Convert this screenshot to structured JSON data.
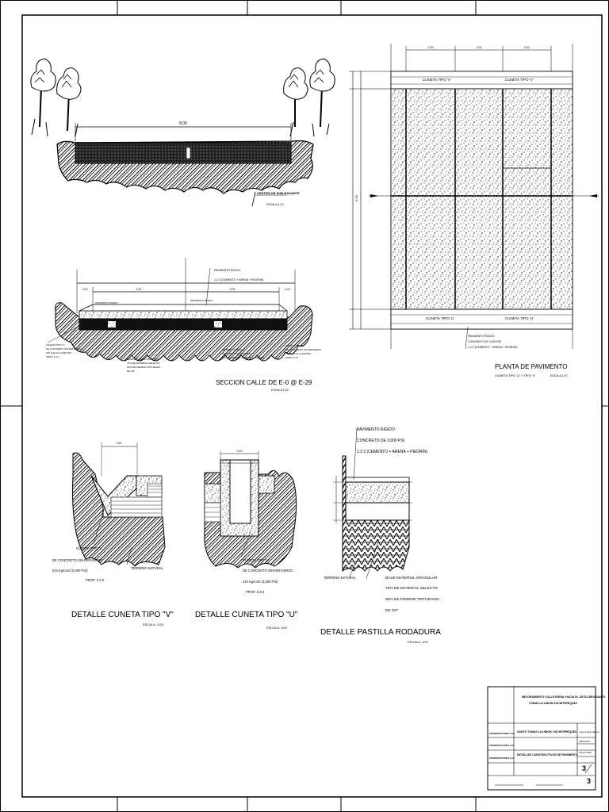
{
  "section_a": {
    "dim_width": "8.00",
    "note": "CENTRO DE SUB-RASANTE",
    "scale": "ESCALA 1:20"
  },
  "section_b": {
    "title": "SECCION CALLE DE E-0 @ E-29",
    "scale": "ESCALA 1:20",
    "top_note_1": "PAVIMENTO RIGIDO",
    "top_note_2": "1:2:2 (CEMENTO + ARENA + PIEDRIN)",
    "dims": [
      "1.00",
      "2.00",
      "2.00",
      "1.00"
    ]
  },
  "plan": {
    "title": "PLANTA DE PAVIMENTO",
    "subtitle": "CUNETA TIPO 'U' Y TIPO 'V'",
    "scale": "ESCALA 1:20",
    "labels_top": [
      "CUNETA TIPO 'V'",
      "CUNETA TIPO 'V'"
    ],
    "labels_bottom": [
      "CUNETA TIPO 'U'",
      "CUNETA TIPO 'U'"
    ],
    "dims_top": [
      "2.00",
      "2.00",
      "2.00"
    ],
    "dim_side": "5.00",
    "note_1": "PAVIMENTO RIGIDO",
    "note_2": "CONCRETO DE 3,000 PSI",
    "note_3": "1:2:2 (CEMENTO + ARENA + PIEDRIN)"
  },
  "detail_v": {
    "title": "DETALLE CUNETA TIPO \"V\"",
    "scale": "ESCALA: 1/20",
    "note_1": "CUNETA TIPO 'V'",
    "note_2": "DE CONCRETO SIN REFUERZO",
    "note_3": "210 Kg/cm2 (3,000 PSI)",
    "note_4": "PROP. 1:2:3",
    "note_5": "TERRENO NATURAL",
    "dim": "0.60"
  },
  "detail_u": {
    "title": "DETALLE CUNETA TIPO \"U\"",
    "scale": "ESCALA: 1/20",
    "note_1": "CUNETA TIPO 'U'",
    "note_2": "DE CONCRETO SIN REFUERZO",
    "note_3": "210 Kg/cm2 (3,000 PSI)",
    "note_4": "PROP. 1:2:3",
    "dim": "0.40"
  },
  "detail_pastilla": {
    "title": "DETALLE PASTILLA RODADURA",
    "scale": "ESCALA: 1/20",
    "note_1": "PAVIMENTO RIGIDO",
    "note_2": "CONCRETO DE 3,000 PSI",
    "note_3": "1:2:2 (CEMENTO + ARENA + PIEDRIN)",
    "note_4": "TERRENO NATURAL",
    "note_5": "BASE MATERIAL GRANULAR",
    "note_6": "70% DE MATERIAL SELECTO",
    "note_7": "30% DE PIEDRIN TRITURADO",
    "note_8": "DE 3/4\""
  },
  "title_block": {
    "project_line_1": "MEJORAMIENTO CALLE RURAL HACIA EL ASTILLERO SANTO",
    "project_line_2": "TOMAS LA UNION SUCHITEPEQUEZ",
    "location": "SANTO TOMAS LA UNION, SUCHITEPEQUEZ",
    "content": "DETALLES CONSTRUCTIVOS DE PAVIMENTO",
    "firm_1": "CONSTRUCTORA S.A.",
    "firm_2": "CONSTRUCTORA S.A.",
    "firm_3": "CONSTRUCTORA S.A.",
    "email": "mayoreo@gmail.com",
    "tag": "INDICADA",
    "date": "JULIO 2019",
    "sheet": "3",
    "sheets_total": "3"
  }
}
